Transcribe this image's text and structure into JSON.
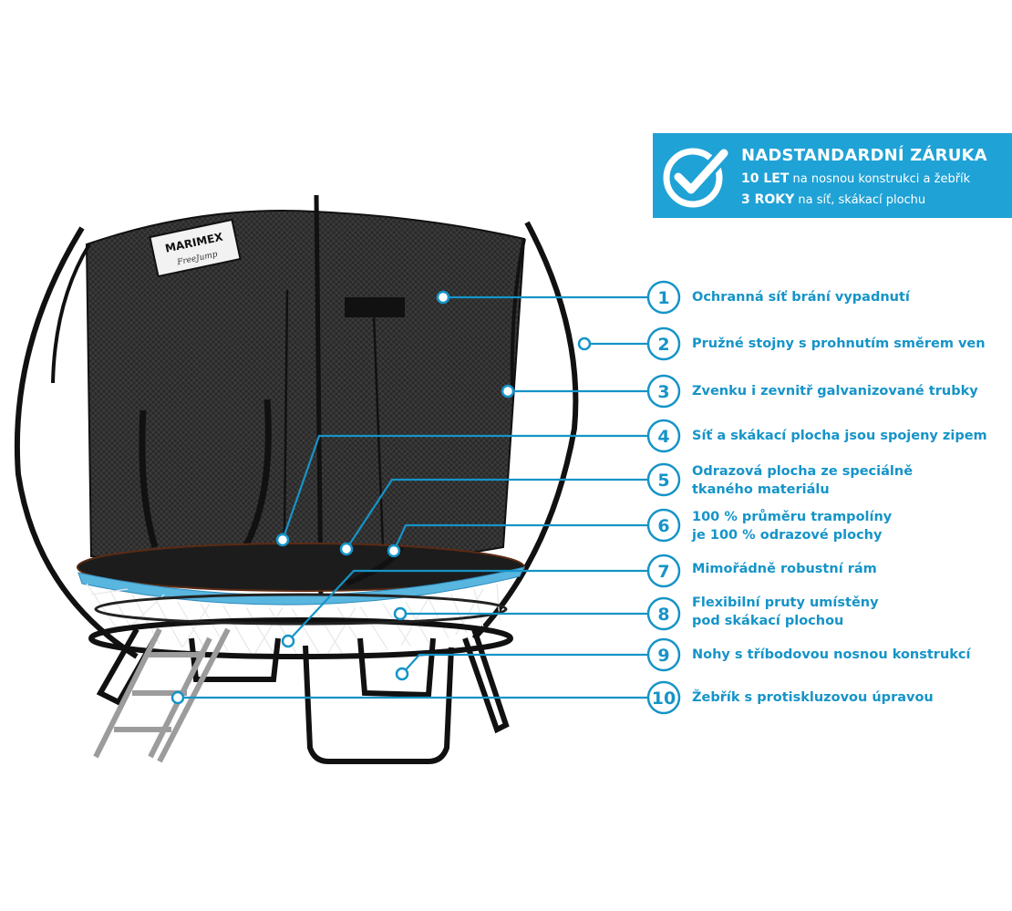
{
  "brand": {
    "logo_text": "MARIMEX",
    "logo_script": "FreeJump"
  },
  "colors": {
    "accent": "#1fa2d6",
    "text_blue": "#1594c8",
    "frame": "#1a1a1a",
    "pad": "#58b6df"
  },
  "warranty": {
    "icon": "check-circle-icon",
    "title": "NADSTANDARDNÍ ZÁRUKA",
    "line1_bold": "10 LET",
    "line1_text": " na nosnou konstrukci a žebřík",
    "line2_bold": "3 ROKY",
    "line2_text": " na síť, skákací plochu"
  },
  "features": [
    {
      "number": "1",
      "lines": [
        "Ochranná síť brání vypadnutí"
      ]
    },
    {
      "number": "2",
      "lines": [
        "Pružné stojny s prohnutím směrem ven"
      ]
    },
    {
      "number": "3",
      "lines": [
        "Zvenku i zevnitř galvanizované trubky"
      ]
    },
    {
      "number": "4",
      "lines": [
        "Síť a skákací plocha jsou spojeny zipem"
      ]
    },
    {
      "number": "5",
      "lines": [
        "Odrazová plocha ze speciálně",
        "tkaného materiálu"
      ]
    },
    {
      "number": "6",
      "lines": [
        "100 % průměru trampolíny",
        "je 100 % odrazové plochy"
      ]
    },
    {
      "number": "7",
      "lines": [
        "Mimořádně robustní rám"
      ]
    },
    {
      "number": "8",
      "lines": [
        "Flexibilní pruty umístěny",
        "pod skákací plochou"
      ]
    },
    {
      "number": "9",
      "lines": [
        "Nohy s tříbodovou nosnou konstrukcí"
      ]
    },
    {
      "number": "10",
      "lines": [
        "Žebřík s protiskluzovou úpravou"
      ]
    }
  ]
}
